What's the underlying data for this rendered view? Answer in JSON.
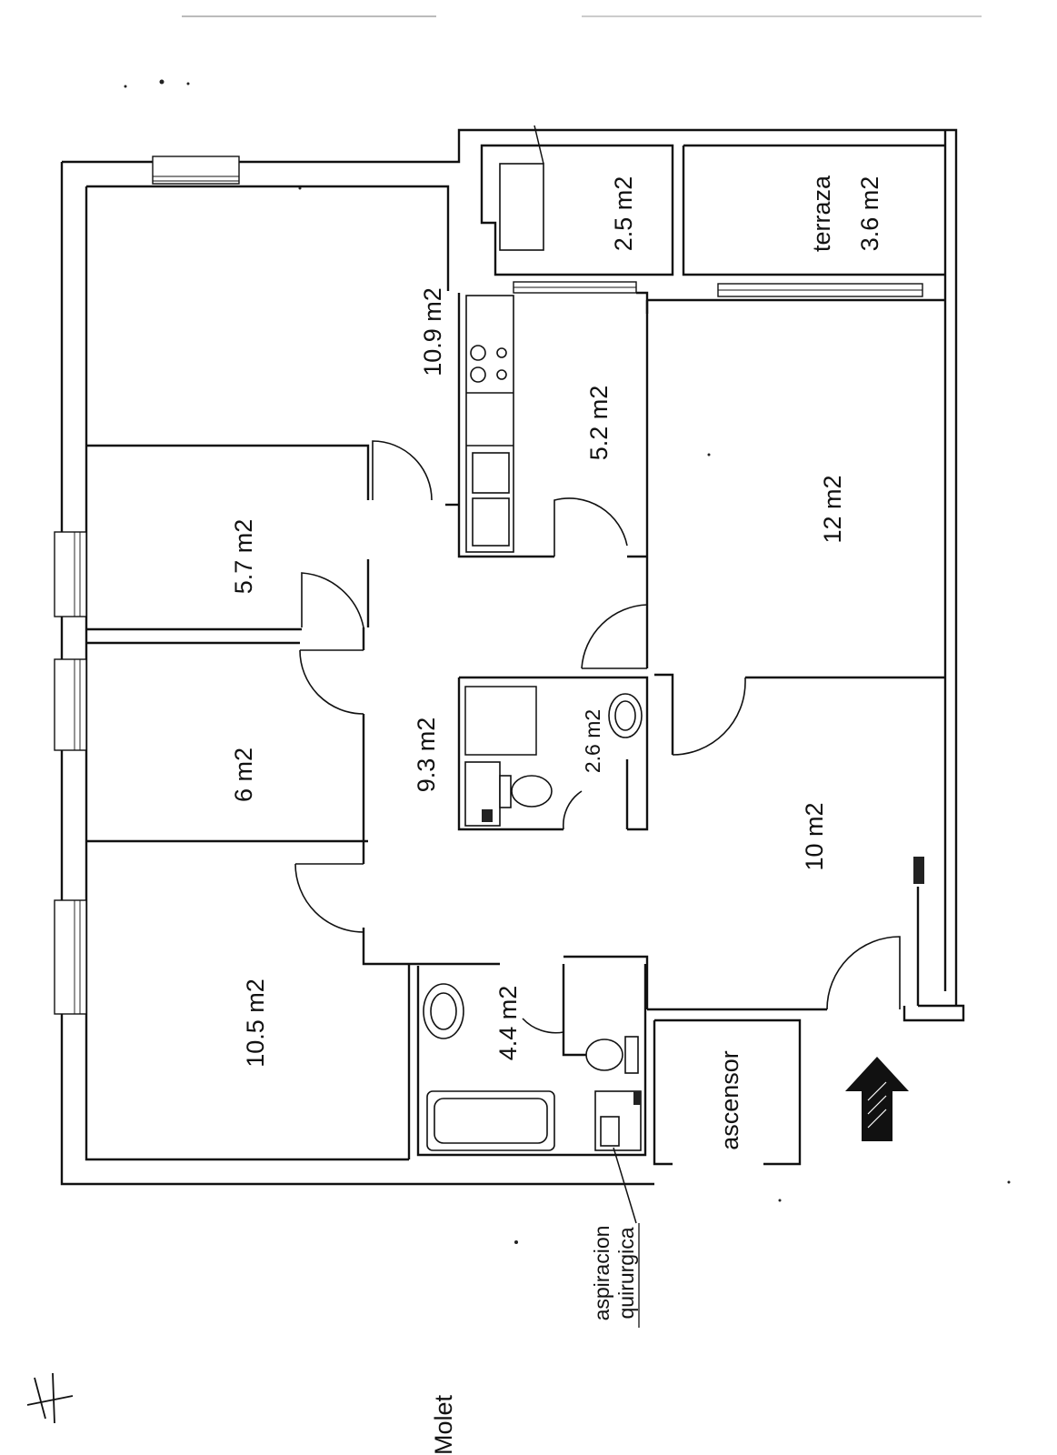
{
  "rooms": {
    "storage": "2.5 m2",
    "terrace_name": "terraza",
    "terrace_area": "3.6 m2",
    "bedroom_top": "10.9 m2",
    "kitchen": "5.2 m2",
    "living": "12 m2",
    "bedroom_small_a": "5.7 m2",
    "bedroom_small_b": "6 m2",
    "hall": "9.3 m2",
    "bath_small": "2.6 m2",
    "dining": "10 m2",
    "bedroom_bottom": "10.5 m2",
    "bath_main": "4.4 m2",
    "lift": "ascensor"
  },
  "annotation": {
    "line1": "aspiracion",
    "line2": "quirurgica"
  },
  "place_name": "Molet",
  "entrance_arrow_icon": "entrance-arrow-icon"
}
